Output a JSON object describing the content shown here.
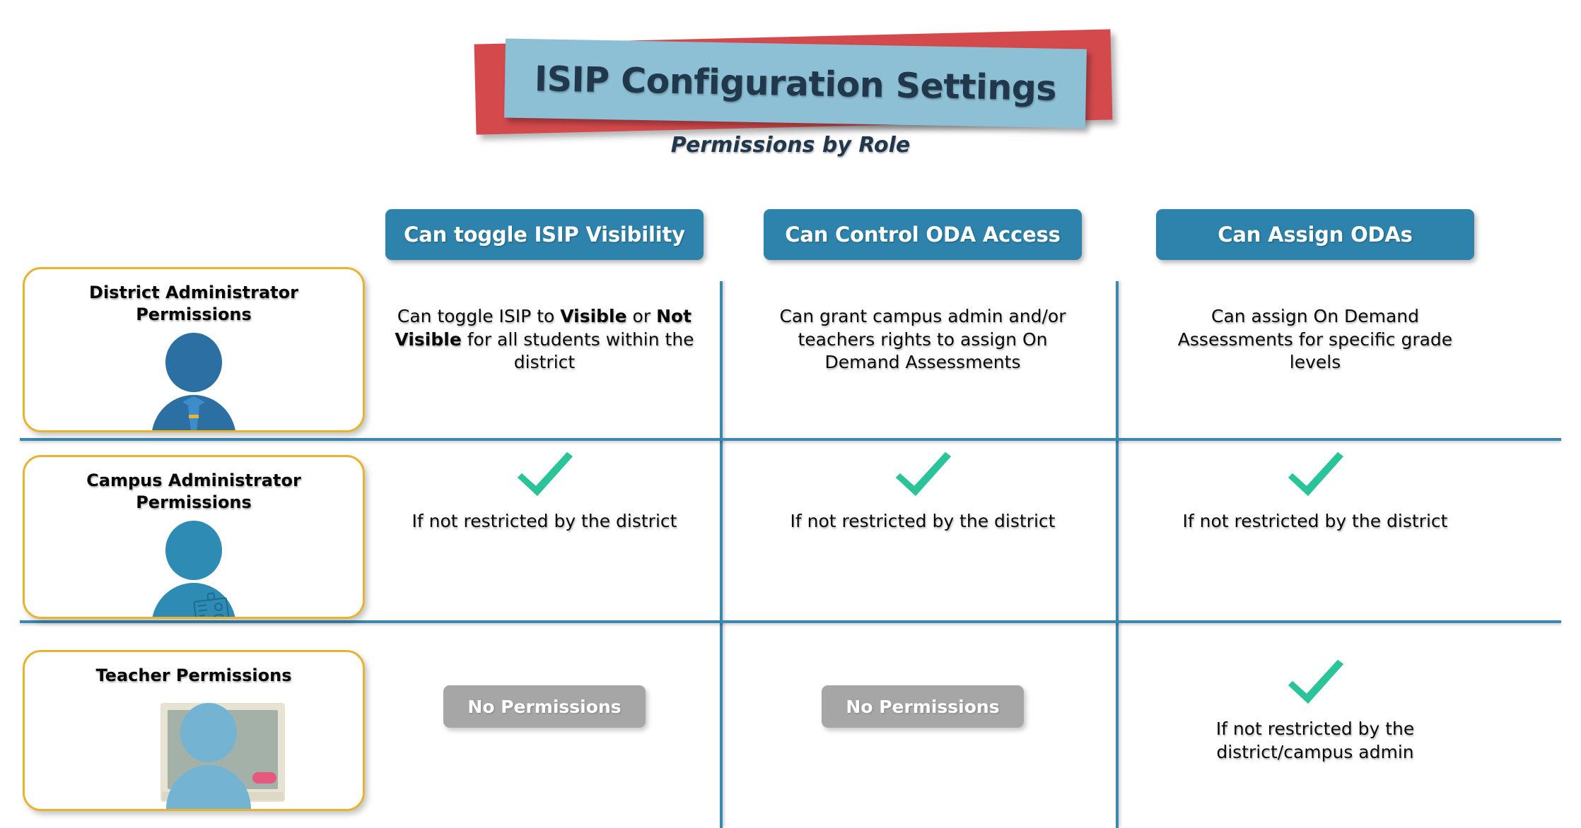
{
  "title": {
    "heading": "ISIP Configuration Settings",
    "subtitle": "Permissions by Role",
    "banner_color": "#8DC0D5",
    "accent_color": "#D3494C",
    "heading_color": "#21374B"
  },
  "columns": [
    {
      "label": "Can toggle ISIP Visibility"
    },
    {
      "label": "Can Control ODA Access"
    },
    {
      "label": "Can Assign ODAs"
    }
  ],
  "column_header_color": "#2D83AB",
  "grid_line_color": "#3C86AF",
  "card_border_color": "#E8B42D",
  "check_color": "#2BC49A",
  "no_permission_color": "#A6A6A6",
  "rows": [
    {
      "label_line1": "District Administrator",
      "label_line2": "Permissions",
      "icon": "district-admin-avatar",
      "cells": [
        {
          "type": "text",
          "segments": [
            {
              "text": "Can toggle ISIP to ",
              "bold": false
            },
            {
              "text": "Visible",
              "bold": true
            },
            {
              "text": " or ",
              "bold": false
            },
            {
              "text": "Not Visible",
              "bold": true
            },
            {
              "text": " for all students within the district",
              "bold": false
            }
          ]
        },
        {
          "type": "text",
          "segments": [
            {
              "text": "Can grant campus admin and/or teachers rights to assign On Demand Assessments",
              "bold": false
            }
          ]
        },
        {
          "type": "text",
          "segments": [
            {
              "text": "Can assign On Demand Assessments for specific grade levels",
              "bold": false
            }
          ]
        }
      ]
    },
    {
      "label_line1": "Campus Administrator",
      "label_line2": "Permissions",
      "icon": "campus-admin-avatar",
      "cells": [
        {
          "type": "check",
          "caption": "If not restricted by the district"
        },
        {
          "type": "check",
          "caption": "If not restricted by the district"
        },
        {
          "type": "check",
          "caption": "If not restricted by the district"
        }
      ]
    },
    {
      "label_line1": "Teacher Permissions",
      "label_line2": "",
      "icon": "teacher-avatar",
      "cells": [
        {
          "type": "none",
          "label": "No Permissions"
        },
        {
          "type": "none",
          "label": "No Permissions"
        },
        {
          "type": "check",
          "caption": "If not restricted by the district/campus admin"
        }
      ]
    }
  ]
}
